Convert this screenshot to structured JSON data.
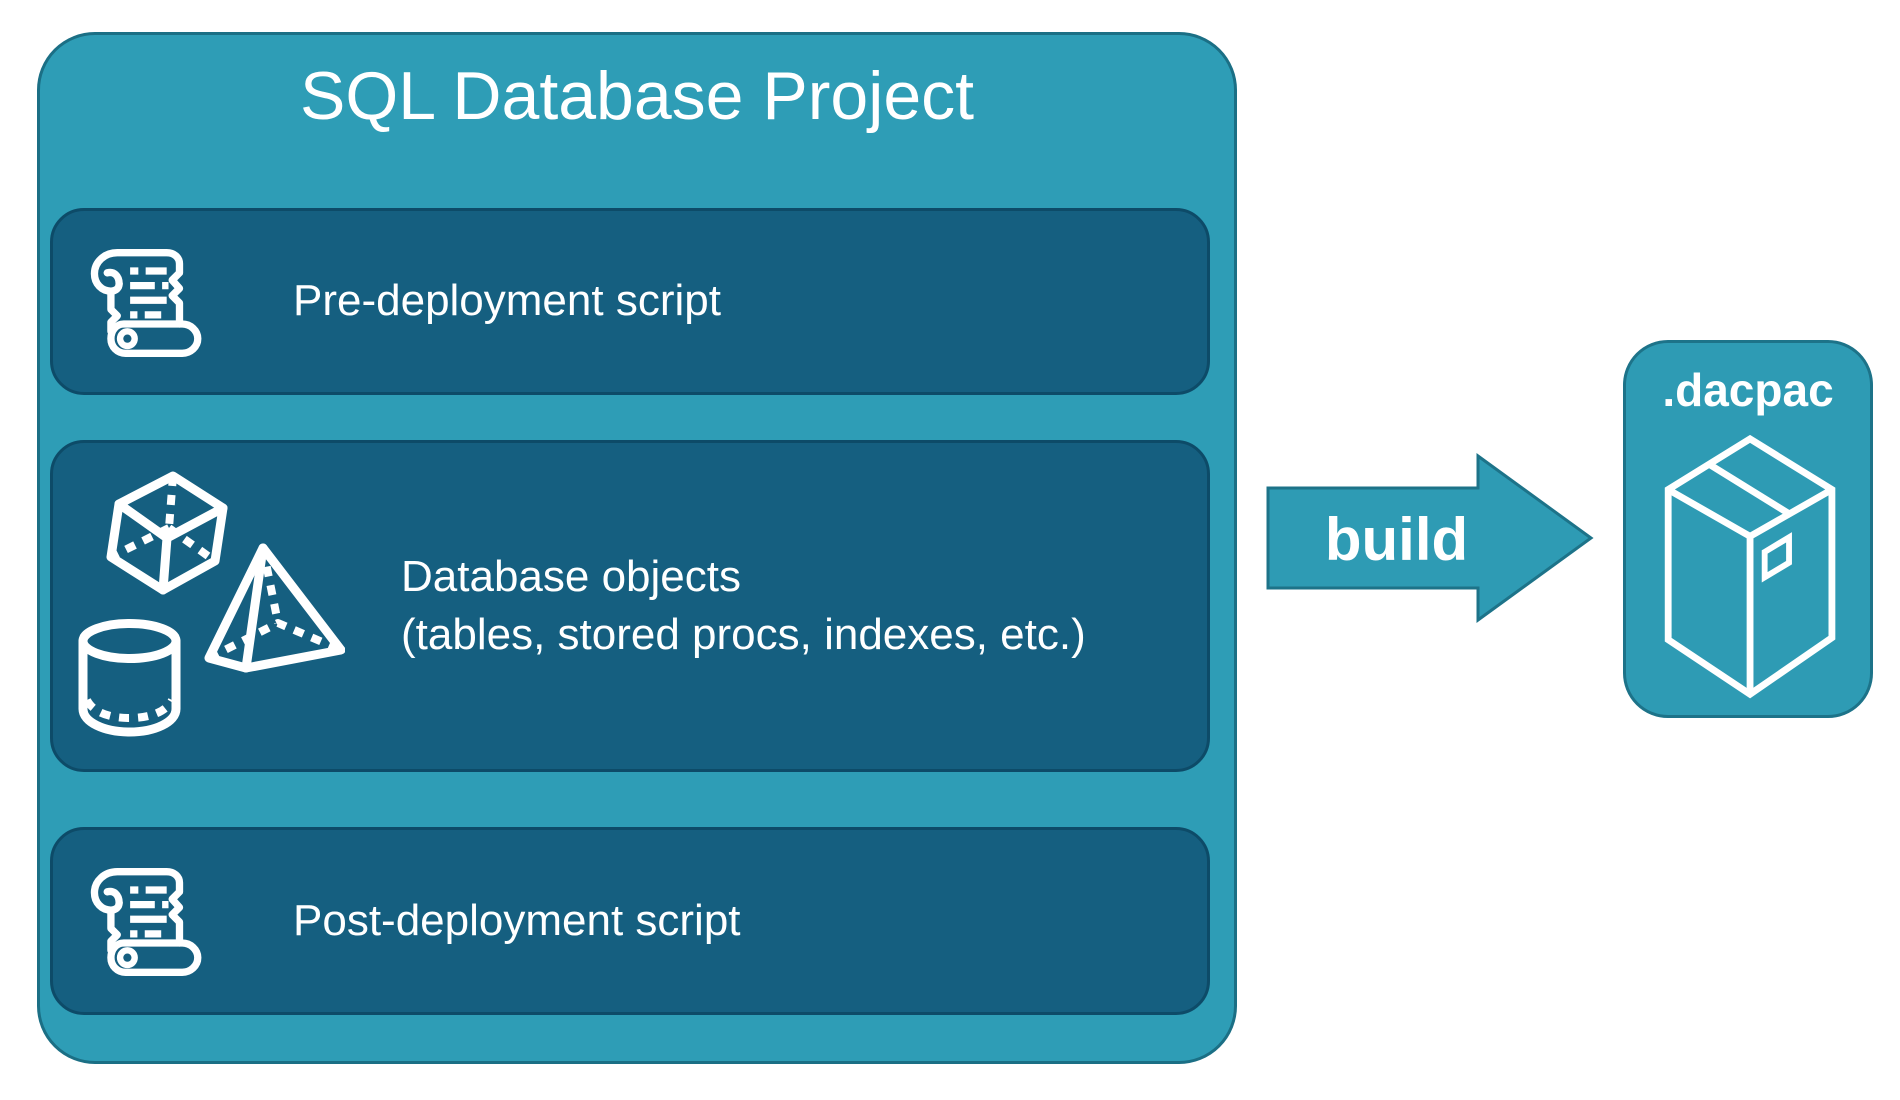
{
  "title": "SQL Database Project",
  "boxes": {
    "pre": {
      "label": "Pre-deployment script",
      "icon": "scroll-icon"
    },
    "objects": {
      "line1": "Database objects",
      "line2": "(tables, stored procs, indexes, etc.)",
      "icon": "geometric-shapes-icon"
    },
    "post": {
      "label": "Post-deployment script",
      "icon": "scroll-icon"
    }
  },
  "arrow": {
    "label": "build"
  },
  "output": {
    "label": ".dacpac",
    "icon": "package-box-icon"
  },
  "colors": {
    "container_fill": "#2E9DB6",
    "container_border": "#1B6F85",
    "inner_fill": "#155F80",
    "inner_border": "#0D4B68",
    "accent_fill": "#2E9BB4",
    "accent_border": "#1D7389",
    "text": "#FFFFFF"
  }
}
